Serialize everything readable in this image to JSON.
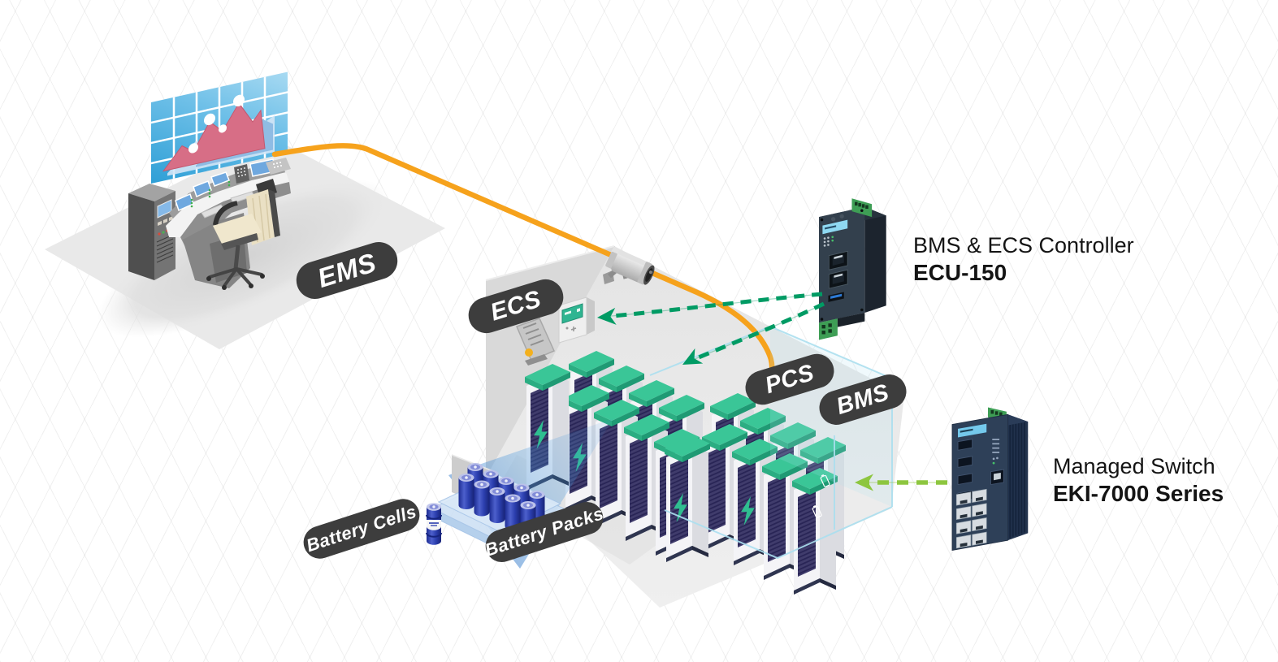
{
  "diagram": {
    "labels": {
      "ems": "EMS",
      "ecs": "ECS",
      "pcs": "PCS",
      "bms": "BMS",
      "battery_cells": "Battery Cells",
      "battery_packs": "Battery Packs"
    },
    "callouts": {
      "controller": {
        "title": "BMS & ECS Controller",
        "model": "ECU-150"
      },
      "switch": {
        "title": "Managed Switch",
        "model": "EKI-7000 Series"
      }
    },
    "colors": {
      "cable_orange": "#F6A21C",
      "arrow_teal": "#009B64",
      "arrow_green": "#8DC63F",
      "pill_background": "#3D3D3D",
      "pill_text": "#FFFFFF",
      "rack_lid_green": "#3AC697",
      "rack_louver_purple": "#3F3B6B",
      "battery_blue": "#2B3EAE",
      "glass_cyan": "#ABDFEF",
      "floor_gray": "#EAEAEA",
      "wall_gray": "#D9D9D9",
      "background_grid": "#ECECEC"
    },
    "icons": [
      {
        "name": "video-wall",
        "meaning": "EMS monitoring dashboard wall"
      },
      {
        "name": "control-console",
        "meaning": "EMS operator console with monitors"
      },
      {
        "name": "server-rack-tower",
        "meaning": "EMS server cabinet"
      },
      {
        "name": "office-chair",
        "meaning": "operator chair"
      },
      {
        "name": "cctv-camera-icon",
        "meaning": "site surveillance camera"
      },
      {
        "name": "hvac-unit-icon",
        "meaning": "environment control fan unit"
      },
      {
        "name": "control-panel-icon",
        "meaning": "environment control panel"
      },
      {
        "name": "battery-rack-cabinet",
        "meaning": "battery storage rack"
      },
      {
        "name": "lightning-bolt-icon",
        "meaning": "power conversion marker"
      },
      {
        "name": "battery-pack",
        "meaning": "battery pack tray"
      },
      {
        "name": "battery-cell-stack",
        "meaning": "stacked battery cells"
      },
      {
        "name": "bms-glass-enclosure",
        "meaning": "battery management boundary"
      },
      {
        "name": "ecu-150-device",
        "meaning": "BMS and ECS controller hardware"
      },
      {
        "name": "eki-7000-device",
        "meaning": "managed Ethernet switch hardware"
      },
      {
        "name": "orange-cable",
        "meaning": "EMS network link"
      },
      {
        "name": "teal-dashed-arrow",
        "meaning": "controller communication link"
      },
      {
        "name": "green-dashed-arrow",
        "meaning": "switch communication link"
      }
    ]
  }
}
